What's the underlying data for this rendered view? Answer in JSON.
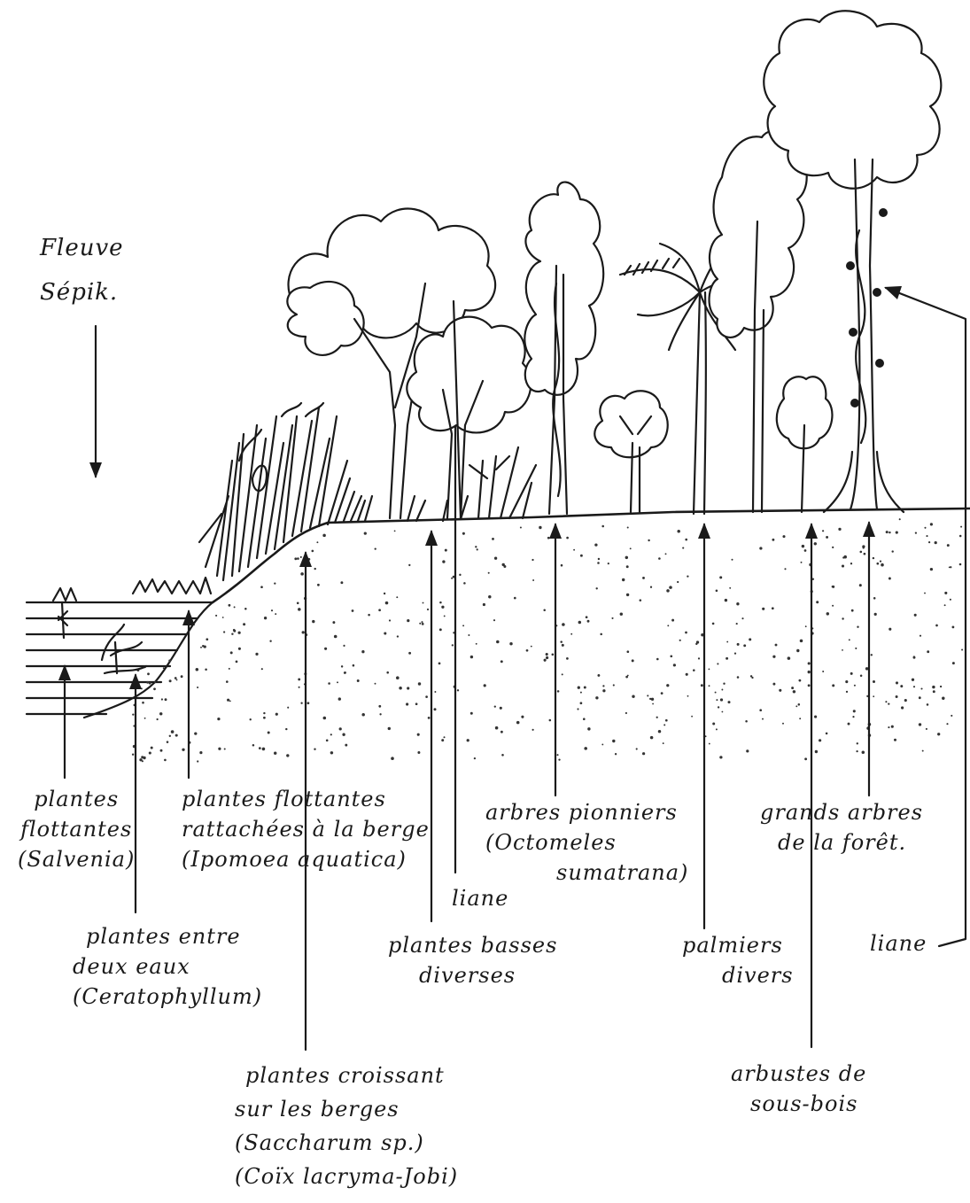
{
  "title": [
    "Fleuve",
    "Sépik."
  ],
  "labels": {
    "plantes_flottantes": [
      "plantes",
      "flottantes",
      "(Salvenia)"
    ],
    "plantes_entre_deux_eaux": [
      "plantes entre",
      "deux eaux",
      "(Ceratophyllum)"
    ],
    "plantes_rattachees": [
      "plantes flottantes",
      "rattachées à la berge",
      "(Ipomoea aquatica)"
    ],
    "plantes_croissant": [
      "plantes croissant",
      "sur les berges",
      "(Saccharum sp.)",
      "(Coïx lacryma-Jobi)"
    ],
    "plantes_basses": [
      "plantes basses",
      "diverses"
    ],
    "liane_1": [
      "liane"
    ],
    "arbres_pionniers": [
      "arbres pionniers",
      "(Octomeles",
      "sumatrana)"
    ],
    "palmiers": [
      "palmiers",
      "divers"
    ],
    "arbustes": [
      "arbustes de",
      "sous-bois"
    ],
    "grands_arbres": [
      "grands arbres",
      "de la forêt."
    ],
    "liane_2": [
      "liane"
    ]
  }
}
